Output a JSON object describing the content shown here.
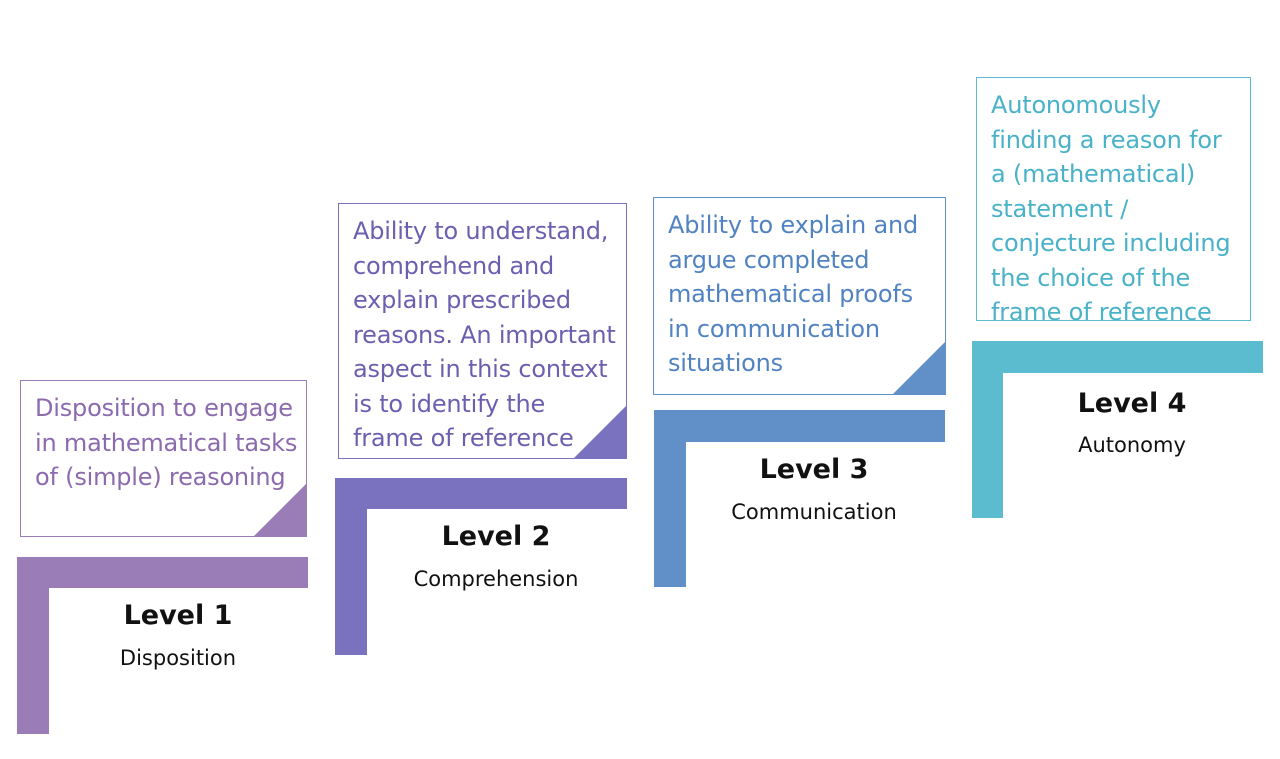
{
  "levels": [
    {
      "title": "Level 1",
      "subtitle": "Disposition",
      "description": "Disposition to engage in mathematical tasks of (simple) reasoning",
      "color": "#9a7cb7"
    },
    {
      "title": "Level 2",
      "subtitle": "Comprehension",
      "description": "Ability to understand, comprehend and explain prescribed reasons. An important aspect in this context is to identify the frame of reference",
      "color": "#7b72bf"
    },
    {
      "title": "Level 3",
      "subtitle": "Communication",
      "description": "Ability to explain and argue completed mathematical proofs in communication situations",
      "color": "#6190c9"
    },
    {
      "title": "Level 4",
      "subtitle": "Autonomy",
      "description": "Autonomously finding a reason for a (mathematical) statement / conjecture including the choice of the frame of reference",
      "color": "#5bbccf"
    }
  ]
}
